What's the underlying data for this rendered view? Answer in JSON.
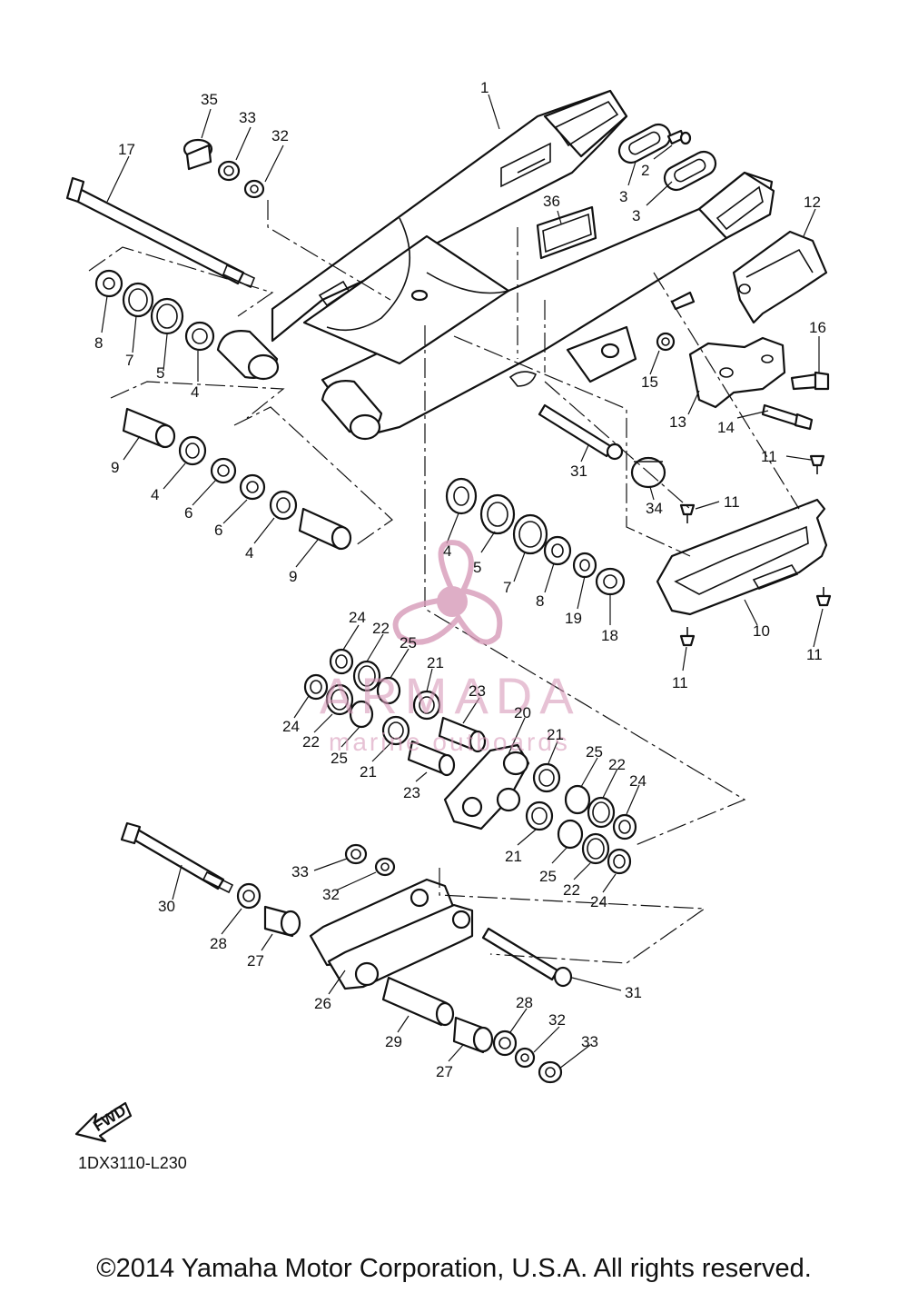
{
  "callouts": [
    {
      "n": "1"
    },
    {
      "n": "2"
    },
    {
      "n": "3"
    },
    {
      "n": "3"
    },
    {
      "n": "36"
    },
    {
      "n": "12"
    },
    {
      "n": "35"
    },
    {
      "n": "33"
    },
    {
      "n": "32"
    },
    {
      "n": "17"
    },
    {
      "n": "8"
    },
    {
      "n": "7"
    },
    {
      "n": "5"
    },
    {
      "n": "4"
    },
    {
      "n": "9"
    },
    {
      "n": "4"
    },
    {
      "n": "6"
    },
    {
      "n": "6"
    },
    {
      "n": "4"
    },
    {
      "n": "9"
    },
    {
      "n": "16"
    },
    {
      "n": "15"
    },
    {
      "n": "13"
    },
    {
      "n": "14"
    },
    {
      "n": "31"
    },
    {
      "n": "34"
    },
    {
      "n": "11"
    },
    {
      "n": "11"
    },
    {
      "n": "11"
    },
    {
      "n": "11"
    },
    {
      "n": "10"
    },
    {
      "n": "4"
    },
    {
      "n": "5"
    },
    {
      "n": "7"
    },
    {
      "n": "8"
    },
    {
      "n": "19"
    },
    {
      "n": "18"
    },
    {
      "n": "24"
    },
    {
      "n": "22"
    },
    {
      "n": "25"
    },
    {
      "n": "21"
    },
    {
      "n": "23"
    },
    {
      "n": "20"
    },
    {
      "n": "24"
    },
    {
      "n": "22"
    },
    {
      "n": "25"
    },
    {
      "n": "21"
    },
    {
      "n": "23"
    },
    {
      "n": "21"
    },
    {
      "n": "25"
    },
    {
      "n": "22"
    },
    {
      "n": "24"
    },
    {
      "n": "21"
    },
    {
      "n": "25"
    },
    {
      "n": "22"
    },
    {
      "n": "24"
    },
    {
      "n": "30"
    },
    {
      "n": "33"
    },
    {
      "n": "32"
    },
    {
      "n": "28"
    },
    {
      "n": "27"
    },
    {
      "n": "26"
    },
    {
      "n": "31"
    },
    {
      "n": "29"
    },
    {
      "n": "28"
    },
    {
      "n": "32"
    },
    {
      "n": "33"
    },
    {
      "n": "27"
    }
  ],
  "fwd_label": "FWD",
  "watermark": {
    "brand": "ARMADA",
    "tagline": "marine outboards",
    "color": "#d79ab8"
  },
  "diagram_code": "1DX3110-L230",
  "copyright": "©2014 Yamaha Motor Corporation, U.S.A. All rights reserved."
}
